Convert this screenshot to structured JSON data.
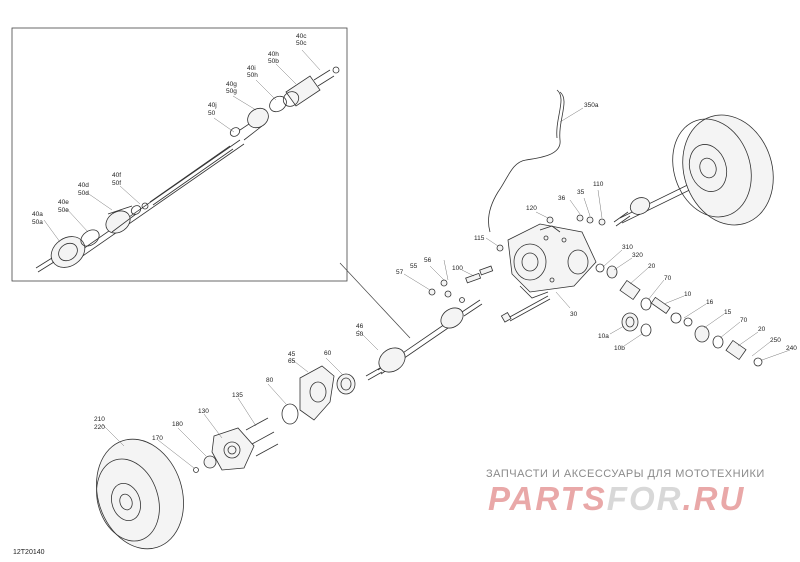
{
  "diagram_code": "12T20140",
  "watermark": {
    "tagline": "ЗАПЧАСТИ И АКСЕССУАРЫ ДЛЯ МОТОТЕХНИКИ",
    "brand_a": "PARTS",
    "brand_b": "FOR",
    "brand_c": ".RU"
  },
  "callouts": {
    "c40c": "40c",
    "c50c": "50c",
    "c40h": "40h",
    "c50b": "50b",
    "c40i": "40i",
    "c50h": "50h",
    "c40g": "40g",
    "c50g": "50g",
    "c40j": "40j",
    "c50j": "50",
    "c40d": "40d",
    "c50d": "50d",
    "c40f": "40f",
    "c50f": "50f",
    "c40e": "40e",
    "c50e": "50e",
    "c40a": "40a",
    "c50a": "50a",
    "c350a": "350a",
    "c36": "36",
    "c35": "35",
    "c110": "110",
    "c120": "120",
    "c115": "115",
    "c310": "310",
    "c320": "320",
    "c56": "56",
    "c55": "55",
    "c57": "57",
    "c100": "100",
    "c20a": "20",
    "c70a": "70",
    "c10": "10",
    "c15": "15",
    "c16": "16",
    "c70b": "70",
    "c20b": "20",
    "c250": "250",
    "c240": "240",
    "c10a": "10a",
    "c10b": "10b",
    "c30": "30",
    "c46": "46",
    "c50m": "50",
    "c45": "45",
    "c65": "65",
    "c60": "60",
    "c80": "80",
    "c130": "130",
    "c135": "135",
    "c170": "170",
    "c180": "180",
    "c210": "210",
    "c220": "220"
  }
}
